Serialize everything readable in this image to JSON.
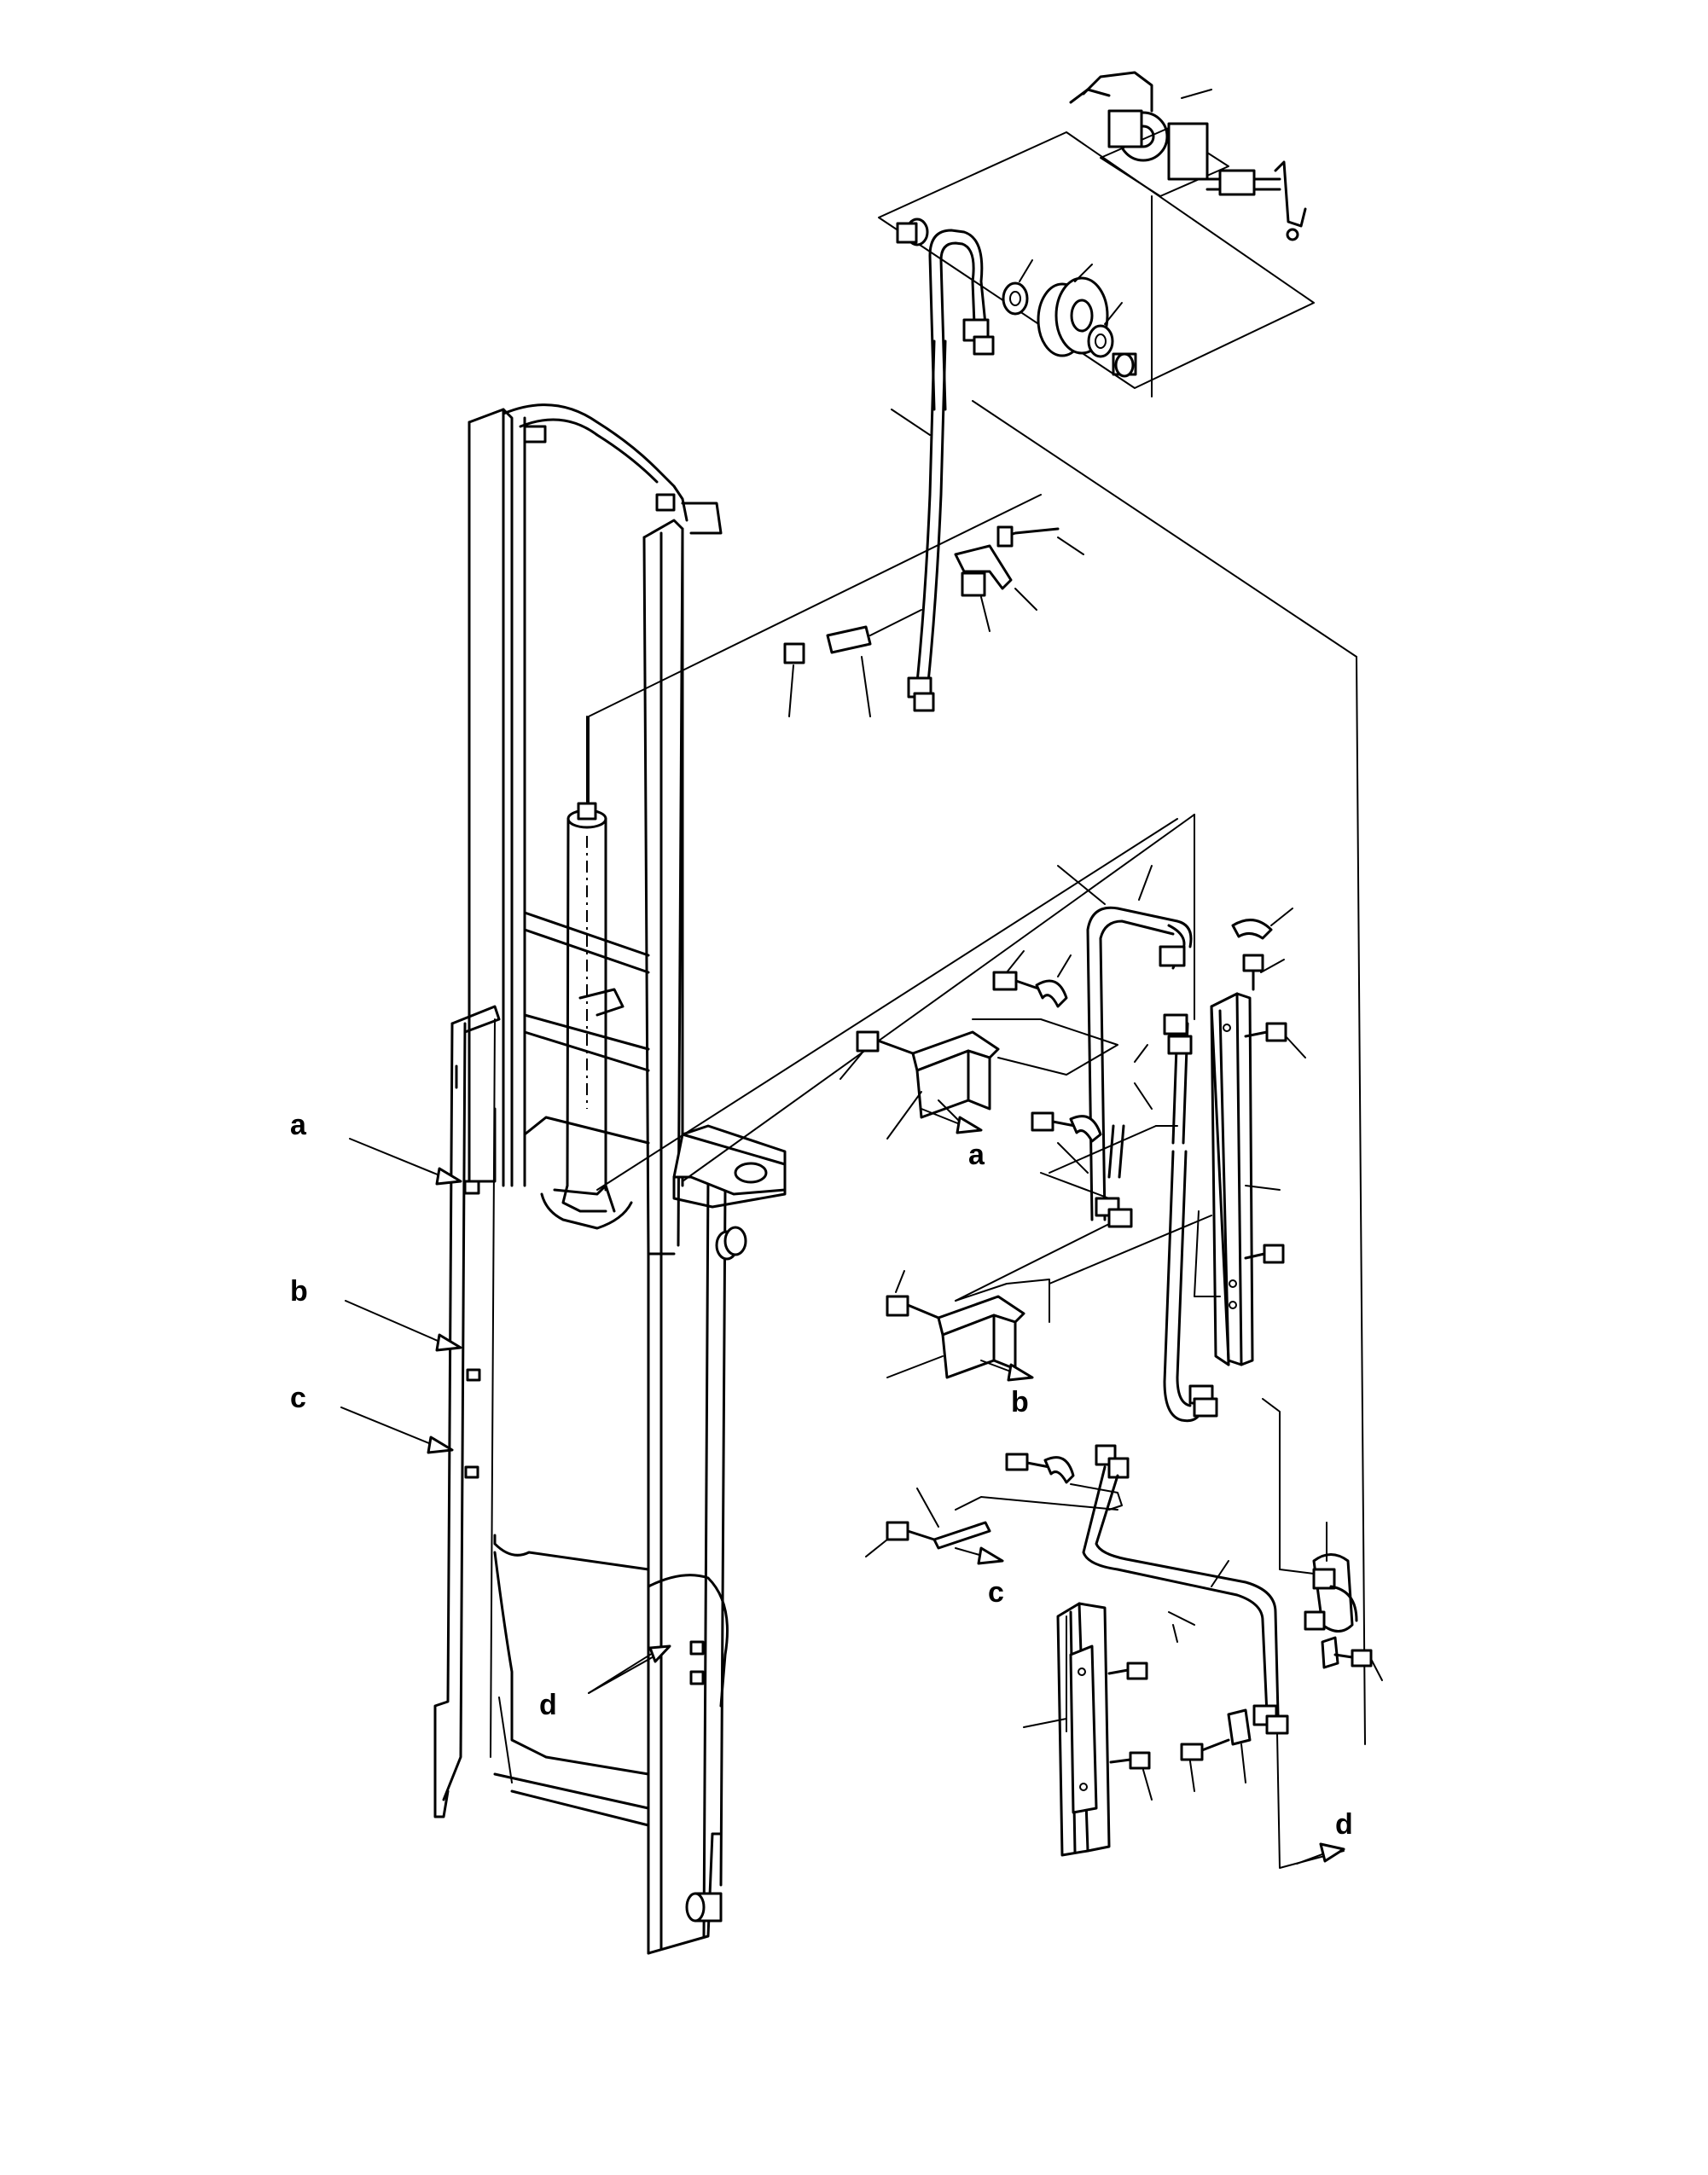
{
  "reference_labels": {
    "a": "a",
    "b": "b",
    "c": "c",
    "d": "d"
  },
  "callouts": {
    "arrow_a_left": "a",
    "arrow_b_left": "b",
    "arrow_c_left": "c",
    "arrow_d_center": "d",
    "arrow_a_right": "a",
    "arrow_b_right": "b",
    "arrow_c_right": "c",
    "arrow_d_right": "d"
  },
  "colors": {
    "line": "#000000",
    "background": "#ffffff"
  }
}
